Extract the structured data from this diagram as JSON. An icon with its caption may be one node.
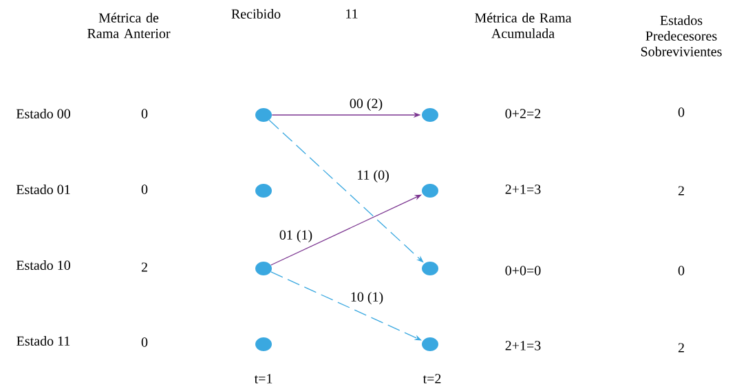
{
  "diagram": {
    "nodes": [
      {
        "text": [],
        "shape": "circle"
      },
      {
        "text": [],
        "shape": "circle"
      },
      {
        "text": [],
        "shape": "circle"
      },
      {
        "text": [],
        "shape": "circle"
      },
      {
        "text": [],
        "shape": "circle"
      },
      {
        "text": [],
        "shape": "circle"
      },
      {
        "text": [],
        "shape": "circle"
      },
      {
        "text": [],
        "shape": "circle"
      }
    ],
    "edges": [
      {
        "from": 0,
        "to": 4,
        "arrow": "to",
        "label": "00 (2)",
        "color": "#7b3590"
      },
      {
        "from": 0,
        "to": 6,
        "arrow": "to",
        "label": "11 (0)",
        "style": "dashed",
        "color": "#3aa8e0"
      },
      {
        "from": 2,
        "to": 5,
        "arrow": "to",
        "label": "01 (1)",
        "color": "#7b3590"
      },
      {
        "from": 2,
        "to": 7,
        "arrow": "to",
        "label": "10 (1)",
        "style": "dashed",
        "color": "#3aa8e0"
      }
    ],
    "labels": [
      "Métrica de Rama Anterior",
      "Recibido",
      "11",
      "Métrica de Rama Acumulada",
      "Estados Predecesores Sobrevivientes",
      "Estado 00",
      "0",
      "0+2=2",
      "0",
      "Estado 01",
      "0",
      "2+1=3",
      "2",
      "Estado 10",
      "2",
      "0+0=0",
      "0",
      "Estado 11",
      "0",
      "2+1=3",
      "2",
      "t=1",
      "t=2"
    ]
  }
}
